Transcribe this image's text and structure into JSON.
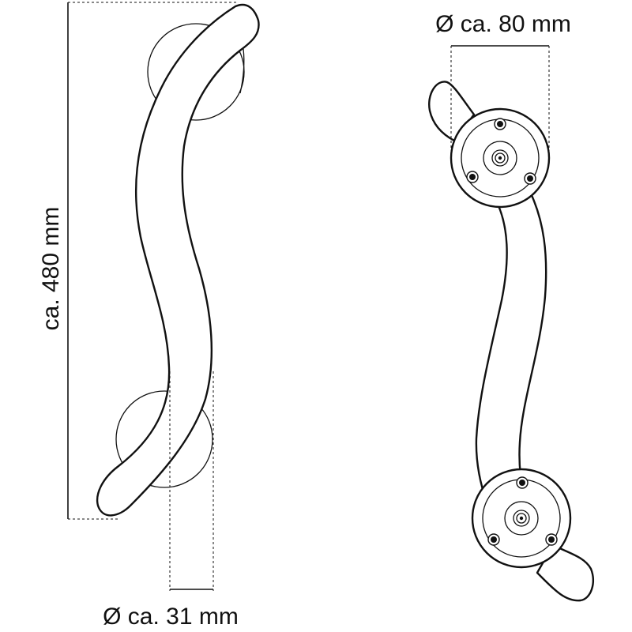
{
  "dimensions": {
    "length_label": "ca. 480 mm",
    "bar_diameter_label": "Ø ca. 31 mm",
    "rosette_diameter_label": "Ø ca. 80 mm"
  },
  "colors": {
    "line": "#111111",
    "background": "#ffffff"
  }
}
